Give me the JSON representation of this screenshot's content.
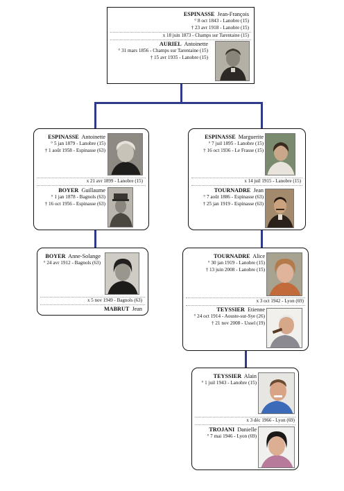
{
  "colors": {
    "connector": "#303a8a",
    "border": "#111111"
  },
  "root": {
    "husband": {
      "surname": "ESPINASSE",
      "given": "Jean-François",
      "birth": "° 8 oct 1843  - Lanobre (15)",
      "death": "† 23 avr 1918  - Lanobre (15)"
    },
    "marriage": "x 18 juin 1873  - Champs sur Tarentaine (15)",
    "wife": {
      "surname": "AURIEL",
      "given": "Antoinette",
      "birth": "° 31 mars 1856  - Champs sur Tarentaine (15)",
      "death": "† 15 avr 1935  - Lanobre (15)"
    }
  },
  "left_couple": {
    "wife": {
      "surname": "ESPINASSE",
      "given": "Antoinette",
      "birth": "° 5 jan 1879  - Lanobre (15)",
      "death": "† 1 août 1958  - Espinasse (63)"
    },
    "marriage": "x 21 avr 1899  - Lanobre (15)",
    "husband": {
      "surname": "BOYER",
      "given": "Guillaume",
      "birth": "° 1 jan 1878  - Bagnols (63)",
      "death": "† 16 oct 1956  - Espinasse (63)"
    }
  },
  "right_couple": {
    "wife": {
      "surname": "ESPINASSE",
      "given": "Marguerite",
      "birth": "° 7 juil 1895  - Lanobre (15)",
      "death": "† 16 oct 1936  - Le Frasse (15)"
    },
    "marriage": "x 14 juil 1915  - Lanobre (15)",
    "husband": {
      "surname": "TOURNADRE",
      "given": "Jean",
      "birth": "° 7 août 1886  - Espinasse (63)",
      "death": "† 25 jan 1919  - Espinasse (63)"
    }
  },
  "left_child": {
    "person": {
      "surname": "BOYER",
      "given": "Anne-Solange",
      "birth": "° 24 avr 1912  - Bagnols (63)"
    },
    "marriage": "x 5 nov 1949  - Bagnols (63)",
    "spouse": {
      "surname": "MABRUT",
      "given": "Jean"
    }
  },
  "right_child": {
    "person": {
      "surname": "TOURNADRE",
      "given": "Alice",
      "birth": "° 30 jan 1919  - Lanobre (15)",
      "death": "† 13 juin 2008  - Lanobre (15)"
    },
    "marriage": "x 3 oct 1942  - Lyon (69)",
    "spouse": {
      "surname": "TEYSSIER",
      "given": "Etienne",
      "birth": "° 24 oct 1914  - Aouste-sur-Sye (26)",
      "death": "† 21 nov 2008  - Ussel (19)"
    }
  },
  "grandchild": {
    "person": {
      "surname": "TEYSSIER",
      "given": "Alain",
      "birth": "° 1 juil 1943  - Lanobre (15)"
    },
    "marriage": "x 3 déc 1966  - Lyon (69)",
    "spouse": {
      "surname": "TROJANI",
      "given": "Danielle",
      "birth": "° 7 mai 1946  - Lyon (69)"
    }
  }
}
